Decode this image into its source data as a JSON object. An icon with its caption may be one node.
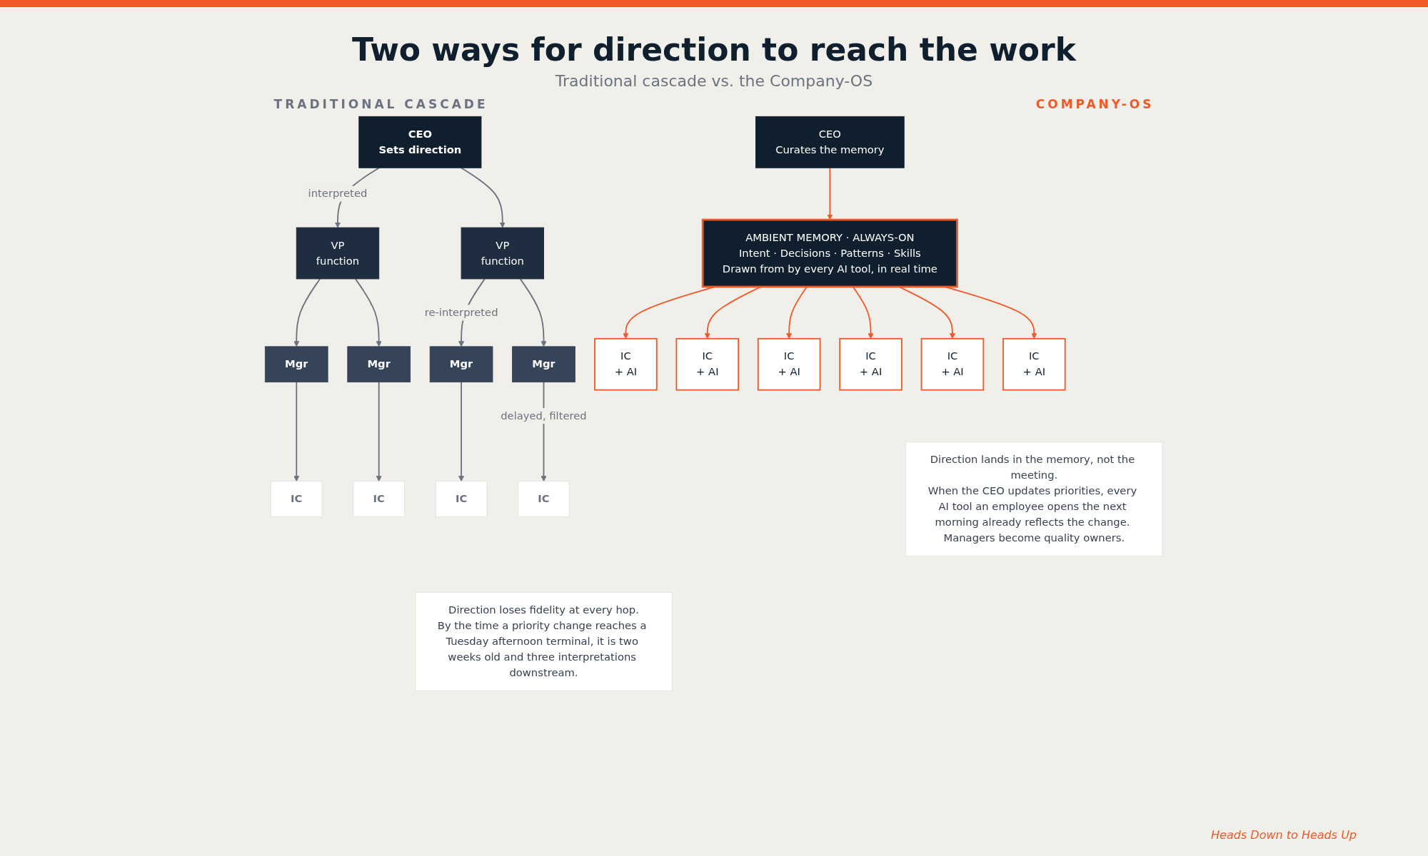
{
  "diagram": {
    "title": "Two ways for direction to reach the work",
    "caption": "Traditional cascade vs. the Company-OS",
    "nodes": [
      {
        "text": [
          "CEO",
          "Sets direction"
        ]
      },
      {
        "text": [
          "VP",
          "function"
        ]
      },
      {
        "text": [
          "VP",
          "function"
        ]
      },
      {
        "text": [
          "Mgr"
        ]
      },
      {
        "text": [
          "Mgr"
        ]
      },
      {
        "text": [
          "Mgr"
        ]
      },
      {
        "text": [
          "Mgr"
        ]
      },
      {
        "text": [
          "IC"
        ]
      },
      {
        "text": [
          "IC"
        ]
      },
      {
        "text": [
          "IC"
        ]
      },
      {
        "text": [
          "IC"
        ]
      },
      {
        "text": [
          "Direction loses fidelity at every hop.",
          "By the time a priority change reaches a Tuesday afternoon terminal, it is two weeks old and three interpretations downstream."
        ]
      },
      {
        "text": [
          "CEO",
          "Curates the memory"
        ]
      },
      {
        "text": [
          "AMBIENT MEMORY · ALWAYS-ON",
          "Intent · Decisions · Patterns · Skills",
          "Drawn from by every AI tool, in real time"
        ]
      },
      {
        "text": [
          "IC",
          "+ AI"
        ]
      },
      {
        "text": [
          "IC",
          "+ AI"
        ]
      },
      {
        "text": [
          "IC",
          "+ AI"
        ]
      },
      {
        "text": [
          "IC",
          "+ AI"
        ]
      },
      {
        "text": [
          "IC",
          "+ AI"
        ]
      },
      {
        "text": [
          "IC",
          "+ AI"
        ]
      },
      {
        "text": [
          "Direction lands in the memory, not the meeting.",
          "When the CEO updates priorities, every AI tool an employee opens the next morning already reflects the change. Managers become quality owners."
        ]
      }
    ],
    "edges": [
      {
        "from": 0,
        "to": 1,
        "arrow": "to",
        "label": "interpreted"
      },
      {
        "from": 0,
        "to": 2,
        "arrow": "to"
      },
      {
        "from": 1,
        "to": 3,
        "arrow": "to"
      },
      {
        "from": 1,
        "to": 4,
        "arrow": "to"
      },
      {
        "from": 2,
        "to": 5,
        "arrow": "to",
        "label": "re-interpreted"
      },
      {
        "from": 2,
        "to": 6,
        "arrow": "to"
      },
      {
        "from": 3,
        "to": 7,
        "arrow": "to"
      },
      {
        "from": 4,
        "to": 8,
        "arrow": "to"
      },
      {
        "from": 5,
        "to": 9,
        "arrow": "to"
      },
      {
        "from": 6,
        "to": 10,
        "arrow": "to",
        "label": "delayed, filtered"
      },
      {
        "from": 12,
        "to": 13,
        "arrow": "to",
        "color": "#f05a28"
      },
      {
        "from": 13,
        "to": 14,
        "arrow": "to",
        "color": "#f05a28"
      },
      {
        "from": 13,
        "to": 15,
        "arrow": "to",
        "color": "#f05a28"
      },
      {
        "from": 13,
        "to": 16,
        "arrow": "to",
        "color": "#f05a28"
      },
      {
        "from": 13,
        "to": 17,
        "arrow": "to",
        "color": "#f05a28"
      },
      {
        "from": 13,
        "to": 18,
        "arrow": "to",
        "color": "#f05a28"
      },
      {
        "from": 13,
        "to": 19,
        "arrow": "to",
        "color": "#f05a28"
      }
    ],
    "labels": [
      "TRADITIONAL CASCADE",
      "COMPANY-OS",
      "Heads Down to Heads Up"
    ]
  }
}
